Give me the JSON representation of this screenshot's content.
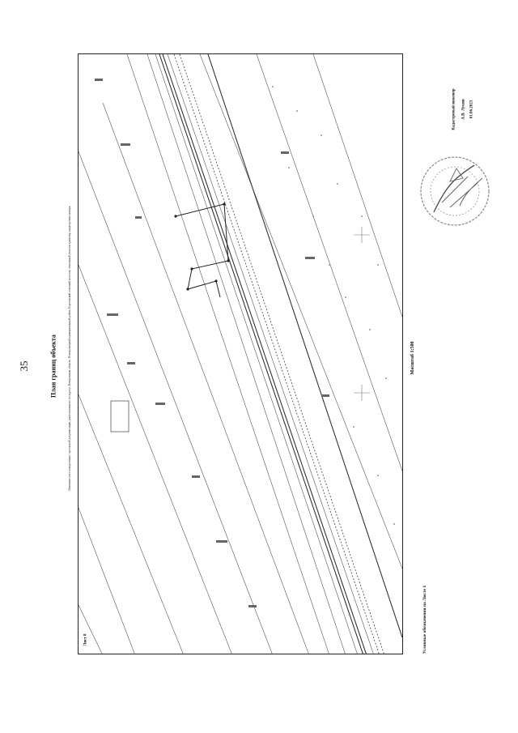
{
  "page": {
    "number": "35",
    "title": "План границ объекта",
    "subtitle": "Описание мест и выделения / проектной документации, расположенного по адресу: Кемеровская область, Новокузнецкий муниципальный район, Березовский сельский поселок, земельный участок ориентир, кадастровые номера",
    "sheet_label": "Лист 8",
    "scale": "Масштаб 1:500",
    "legend_note": "Условные обозначения на Листе 1"
  },
  "engineer": {
    "role": "Кадастровый инженер",
    "name": "А.В. Лукин",
    "date": "01.06.2023"
  },
  "colors": {
    "ink": "#222222",
    "drawing": "#555555",
    "seal": "#888888"
  },
  "icons": {
    "seal": "round-stamp-icon",
    "signature": "signature-icon",
    "cross": "crosshair-icon"
  }
}
